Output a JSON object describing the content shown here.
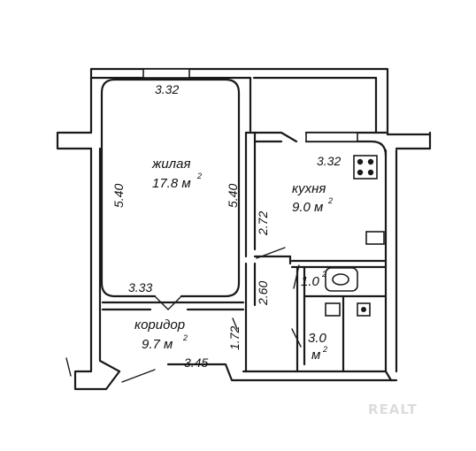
{
  "plan": {
    "rooms": {
      "living": {
        "name": "жилая",
        "area": "17.8 м",
        "sup": "2"
      },
      "kitchen": {
        "name": "кухня",
        "area": "9.0 м",
        "sup": "2"
      },
      "corridor": {
        "name": "коридор",
        "area": "9.7 м",
        "sup": "2"
      },
      "bath": {
        "area": "1.0",
        "sup": "2"
      },
      "toilet": {
        "area": "3.0",
        "unit": "м",
        "sup": "2"
      }
    },
    "dimensions": {
      "living_top": "3.32",
      "living_left": "5.40",
      "living_right": "5.40",
      "living_bottom": "3.33",
      "kitchen_top": "3.32",
      "kitchen_left": "2.72",
      "corridor_mid": "2.60",
      "corridor_right": "1.72",
      "corridor_bottom": "3.45"
    },
    "watermark": "REALT"
  }
}
